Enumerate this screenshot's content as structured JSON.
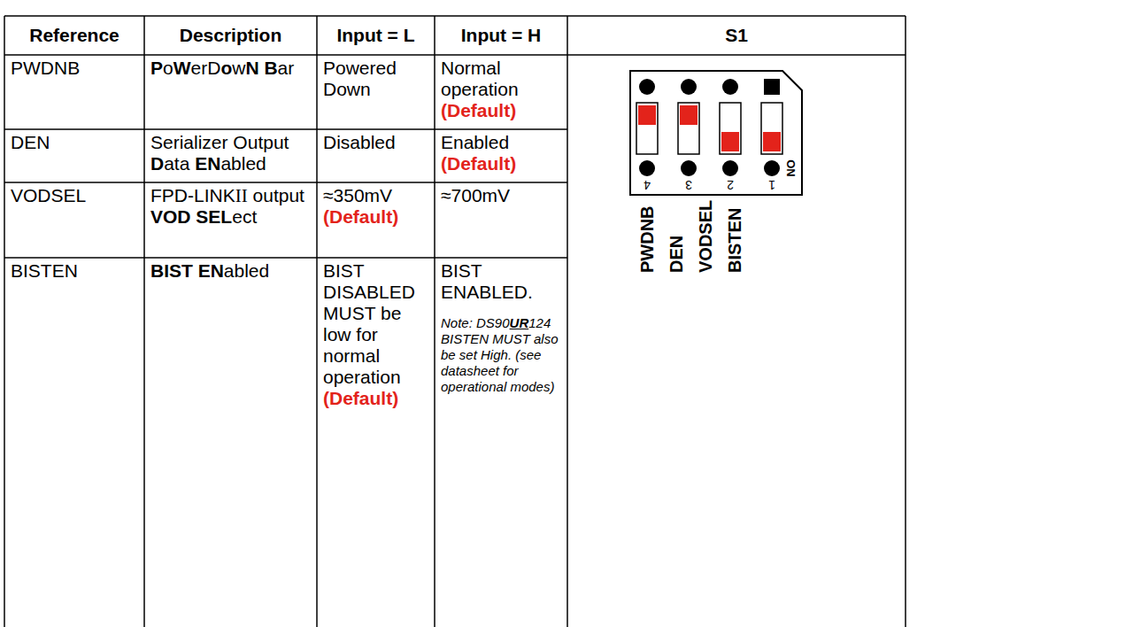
{
  "diagram": {
    "labels": [
      "Reference",
      "Description",
      "Input = L",
      "Input = H",
      "S1",
      "PWDNB",
      "PoWerDowN Bar",
      "Powered Down",
      "Normal operation (Default)",
      "DEN",
      "Serializer Output Data ENabled",
      "Disabled",
      "Enabled (Default)",
      "VODSEL",
      "FPD-LINKII output VOD SELect",
      "≈350mV (Default)",
      "≈700mV",
      "BISTEN",
      "BIST ENabled",
      "BIST DISABLED MUST be low for normal operation (Default)",
      "BIST ENABLED.",
      "Note: DS90UR124 BISTEN MUST also be set High. (see datasheet for operational modes)",
      "4",
      "3",
      "2",
      "1",
      "ON",
      "PWDNB",
      "DEN",
      "VODSEL",
      "BISTEN"
    ]
  }
}
